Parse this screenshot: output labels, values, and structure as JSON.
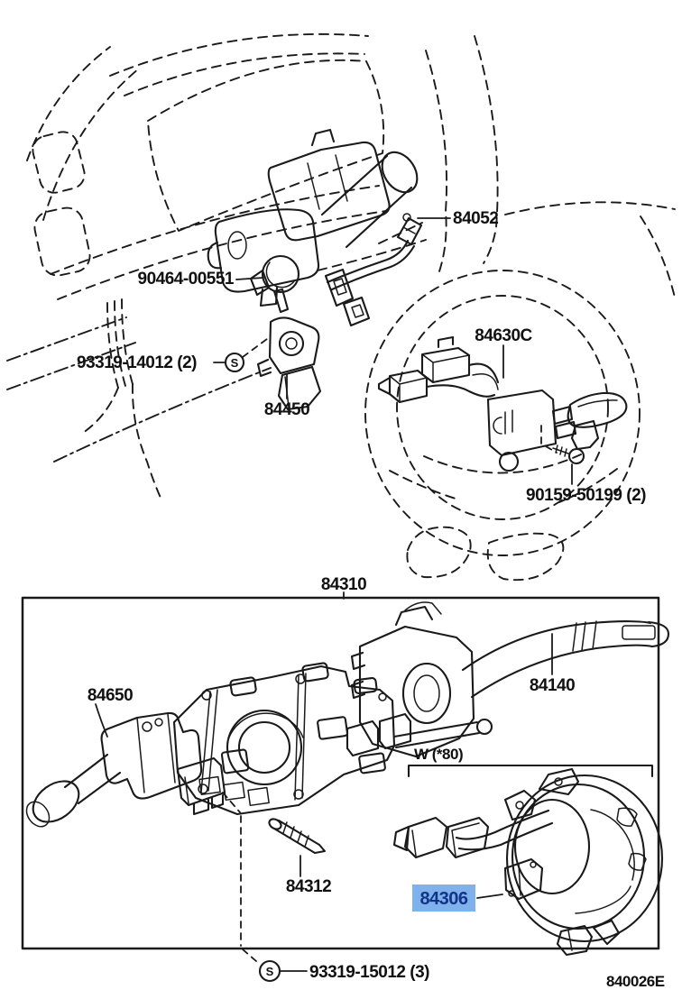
{
  "colors": {
    "highlight_bg": "#7FB2EA",
    "highlight_text": "#123387",
    "ink": "#1a1a1a"
  },
  "top_section": {
    "part_84052": "84052",
    "part_90464": "90464-00551",
    "part_93319_14012": "93319-14012 (2)",
    "part_84450": "84450",
    "part_84630c": "84630C",
    "part_90159": "90159-50199 (2)",
    "screw_marker": "S"
  },
  "bottom_section": {
    "assembly_84310": "84310",
    "part_84650": "84650",
    "part_84140": "84140",
    "part_84312": "84312",
    "part_84306": "84306",
    "part_93319_15012": "93319-15012 (3)",
    "variant_note": "W (*80)",
    "screw_marker": "S"
  },
  "footer": {
    "diagram_code": "840026E"
  }
}
